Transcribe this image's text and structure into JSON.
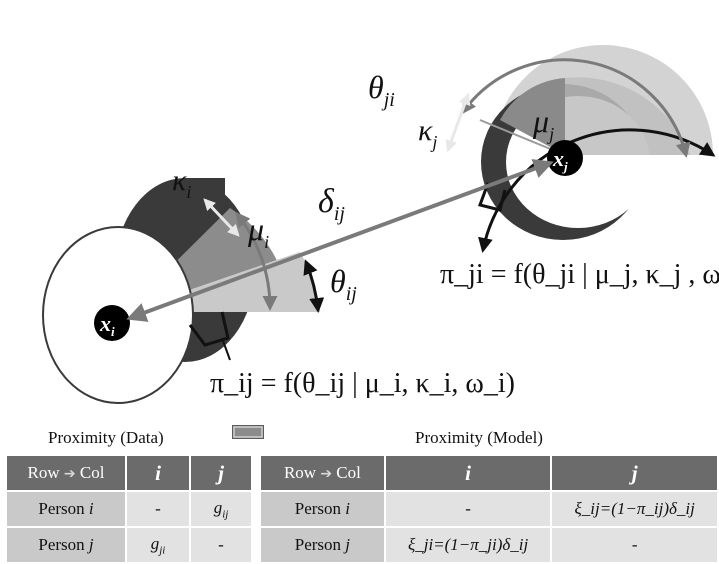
{
  "diagram": {
    "node_i": "x",
    "node_i_sub": "i",
    "node_j": "x",
    "node_j_sub": "j",
    "label_mu_i": "μ",
    "label_mu_i_sub": "i",
    "label_kappa_i": "κ",
    "label_kappa_i_sub": "i",
    "label_theta_ij": "θ",
    "label_theta_ij_sub": "ij",
    "label_delta_ij": "δ",
    "label_delta_ij_sub": "ij",
    "label_mu_j": "μ",
    "label_mu_j_sub": "j",
    "label_kappa_j": "κ",
    "label_kappa_j_sub": "j",
    "label_theta_ji": "θ",
    "label_theta_ji_sub": "ji",
    "formula_ij": "π_ij = f(θ_ij | μ_i, κ_i, ω_i)",
    "formula_ji": "π_ji = f(θ_ji | μ_j, κ_j , ω_j)"
  },
  "tables": {
    "data": {
      "caption": "Proximity (Data)",
      "header": {
        "corner_row": "Row",
        "corner_col": "Col",
        "col_i": "i",
        "col_j": "j"
      },
      "rows": [
        {
          "label": "Person",
          "label_var": "i",
          "c_i": "-",
          "c_j_main": "g",
          "c_j_sub": "ij"
        },
        {
          "label": "Person",
          "label_var": "j",
          "c_i_main": "g",
          "c_i_sub": "ji",
          "c_j": "-"
        }
      ]
    },
    "model": {
      "caption": "Proximity (Model)",
      "header": {
        "corner_row": "Row",
        "corner_col": "Col",
        "col_i": "i",
        "col_j": "j"
      },
      "rows": [
        {
          "label": "Person",
          "label_var": "i",
          "c_i": "-",
          "c_j": "ξ_ij=(1−π_ij)δ_ij"
        },
        {
          "label": "Person",
          "label_var": "j",
          "c_i": "ξ_ji=(1−π_ji)δ_ij",
          "c_j": "-"
        }
      ]
    }
  },
  "colors": {
    "dark_ring": "#3a3a3a",
    "mid_cone": "#8a8a8a",
    "light_cone": "#cfcfcf",
    "header": "#6b6b6b",
    "row_header": "#c9c9c9",
    "cell": "#e2e2e2"
  }
}
